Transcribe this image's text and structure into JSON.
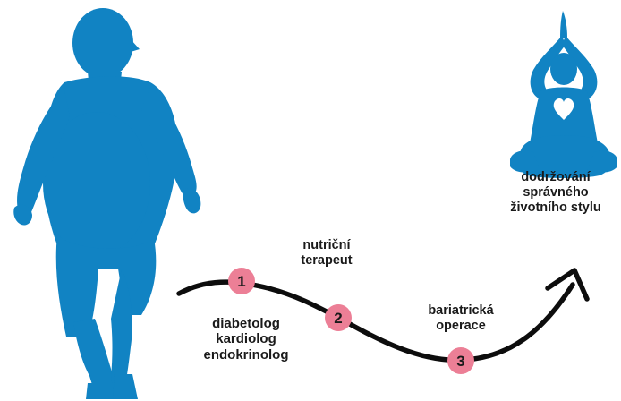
{
  "diagram": {
    "colors": {
      "figure": "#1183c3",
      "path": "#0d0d0d",
      "marker": "#ec7f96",
      "marker_text": "#1a1a1a",
      "heart": "#ffffff"
    },
    "icons": {
      "start": "obese-person-walking-silhouette",
      "goal": "person-meditating-yoga-pose-with-heart"
    },
    "steps": [
      {
        "number": "1",
        "lines": [
          "diabetolog",
          "kardiolog",
          "endokrinolog"
        ]
      },
      {
        "number": "2",
        "lines": [
          "nutriční",
          "terapeut"
        ]
      },
      {
        "number": "3",
        "lines": [
          "bariatrická",
          "operace"
        ]
      }
    ],
    "goal": {
      "lines": [
        "dodržování",
        "správného",
        "životního stylu"
      ]
    }
  }
}
